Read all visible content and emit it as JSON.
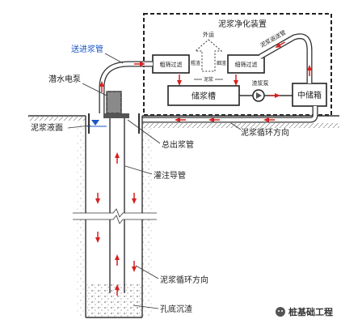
{
  "purification": {
    "title": "泥浆净化装置",
    "export_label": "外运",
    "coarse_slag": "粗渣",
    "fine_slag": "细渣",
    "coarse_screen": "粗筛过滤",
    "fine_screen": "细筛过滤",
    "mud_between": "泥浆",
    "storage_tank": "储浆槽",
    "slurry_pump": "渣浆泵",
    "intermediate_tank": "中储箱",
    "return_pipe": "泥浆返送管"
  },
  "well": {
    "feed_pipe": "送进浆管",
    "submersible_pump": "潜水电泵",
    "mud_level": "泥浆液面",
    "main_outlet_pipe": "总出浆管",
    "circulation_direction_top": "泥浆循环方向",
    "tremie_pipe": "灌注导管",
    "circulation_direction_bottom": "泥浆循环方向",
    "bottom_sediment": "孔底沉渣"
  },
  "watermark": {
    "text": "桩基础工程"
  },
  "colors": {
    "flow_arrow": "#d62020",
    "label_blue": "#1a56c4",
    "line": "#333333"
  }
}
